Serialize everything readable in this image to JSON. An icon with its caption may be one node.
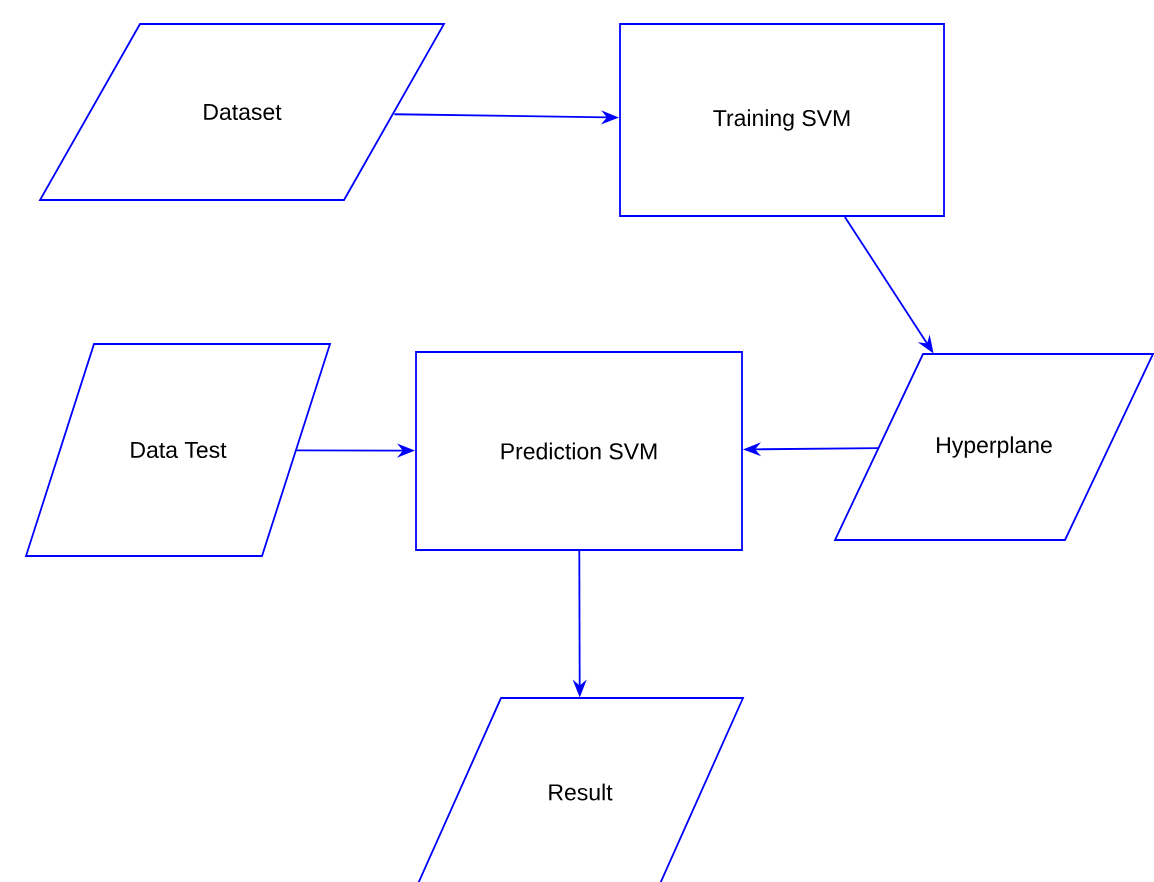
{
  "diagram": {
    "nodes": [
      {
        "text": [
          "Dataset"
        ]
      },
      {
        "text": [
          "Training SVM"
        ]
      },
      {
        "text": [
          "Data Test"
        ]
      },
      {
        "text": [
          "Prediction SVM"
        ]
      },
      {
        "text": [
          "Hyperplane"
        ]
      },
      {
        "text": [
          "Result"
        ]
      }
    ],
    "edges": [
      {
        "from": 0,
        "to": 1,
        "arrow": "to"
      },
      {
        "from": 1,
        "to": 4,
        "arrow": "to"
      },
      {
        "from": 2,
        "to": 3,
        "arrow": "to"
      },
      {
        "from": 4,
        "to": 3,
        "arrow": "to"
      },
      {
        "from": 3,
        "to": 5,
        "arrow": "to"
      }
    ]
  }
}
